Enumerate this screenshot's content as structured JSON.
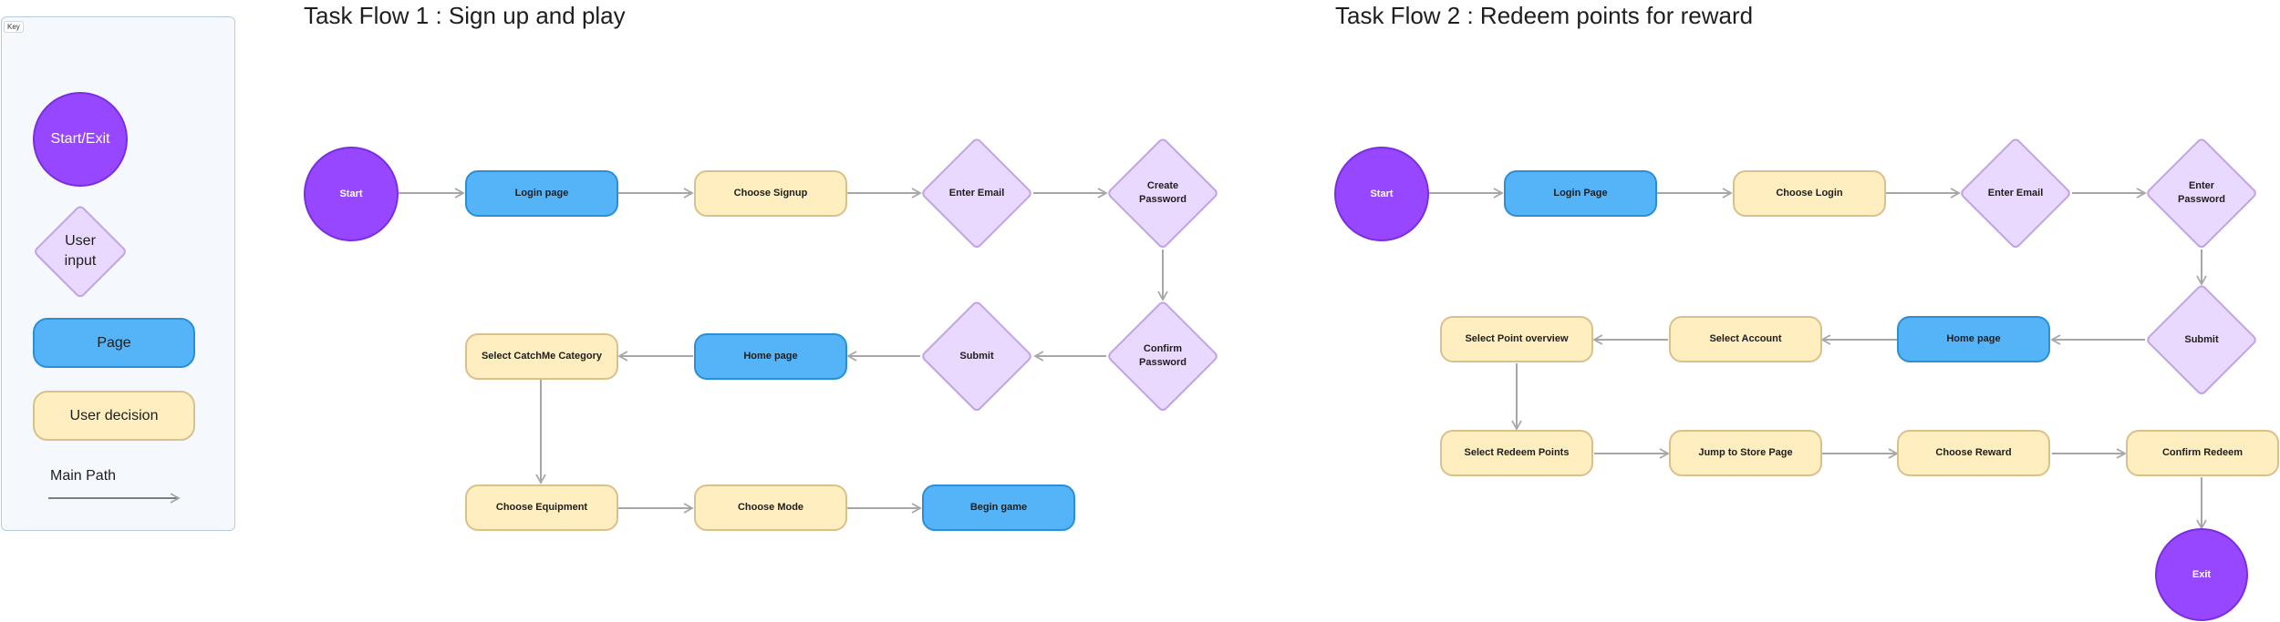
{
  "colors": {
    "start_exit": "#9747ff",
    "user_input": "#ead9fe",
    "page": "#55b4f7",
    "user_decision": "#ffeebf",
    "arrow": "#a7a7a7"
  },
  "key": {
    "tag": "Key",
    "start_exit": "Start/Exit",
    "user_input": "User input",
    "page": "Page",
    "user_decision": "User decision",
    "main_path": "Main Path"
  },
  "flow1": {
    "title": "Task Flow 1 : Sign up and play",
    "nodes": {
      "start": "Start",
      "login_page": "Login page",
      "choose_signup": "Choose Signup",
      "enter_email": "Enter Email",
      "create_password": "Create Password",
      "confirm_password": "Confirm Password",
      "submit": "Submit",
      "home_page": "Home page",
      "select_category": "Select CatchMe Category",
      "choose_equipment": "Choose Equipment",
      "choose_mode": "Choose Mode",
      "begin_game": "Begin game"
    }
  },
  "flow2": {
    "title": "Task Flow 2 : Redeem points for reward",
    "nodes": {
      "start": "Start",
      "login_page": "Login Page",
      "choose_login": "Choose Login",
      "enter_email": "Enter Email",
      "enter_password": "Enter Password",
      "submit": "Submit",
      "home_page": "Home page",
      "select_account": "Select Account",
      "select_point_overview": "Select Point overview",
      "select_redeem_points": "Select Redeem Points",
      "jump_to_store": "Jump to Store Page",
      "choose_reward": "Choose Reward",
      "confirm_redeem": "Confirm Redeem",
      "exit": "Exit"
    }
  }
}
